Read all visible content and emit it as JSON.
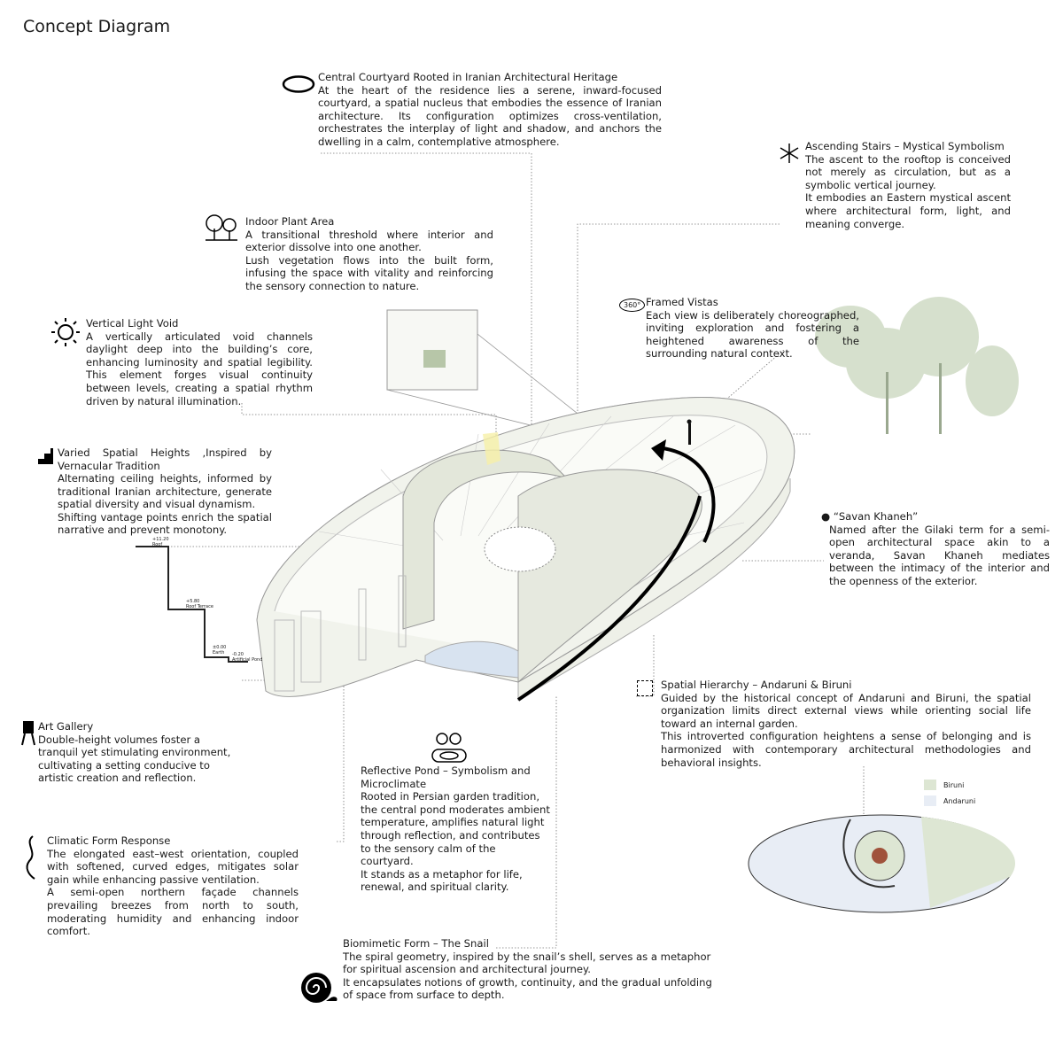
{
  "title": "Concept Diagram",
  "courtyard": {
    "heading": "Central Courtyard Rooted in Iranian Architectural Heritage",
    "body": "At the heart of the residence lies a serene, inward-focused courtyard, a spatial nucleus that embodies the essence of Iranian architecture. Its configuration optimizes cross-ventilation, orchestrates the interplay of light and shadow, and anchors the dwelling in a calm, contemplative atmosphere."
  },
  "stairs": {
    "heading": "Ascending Stairs – Mystical Symbolism",
    "body1": "The ascent to the rooftop is conceived not merely as circulation, but as a symbolic vertical journey.",
    "body2": "It embodies an Eastern mystical ascent where architectural form, light, and meaning converge."
  },
  "plant": {
    "heading": "Indoor Plant Area",
    "body1": "A transitional threshold where interior and exterior dissolve into one another.",
    "body2": "Lush vegetation flows into the built form, infusing the space with vitality and reinforcing the sensory connection to nature."
  },
  "vistas": {
    "heading": "Framed Vistas",
    "body": "Each view is deliberately choreographed, inviting exploration and fostering a heightened awareness of the surrounding natural context.",
    "icon_label": "360°"
  },
  "light": {
    "heading": "Vertical Light Void",
    "body": "A vertically articulated void channels daylight deep into the building’s core, enhancing luminosity and spatial legibility. This element forges visual continuity between levels, creating a spatial rhythm driven by natural illumination."
  },
  "heights": {
    "heading": "Varied Spatial Heights ,Inspired by Vernacular Tradition",
    "body1": "Alternating ceiling heights, informed by traditional Iranian architecture, generate spatial diversity and visual dynamism.",
    "body2": "Shifting vantage points enrich the spatial narrative and prevent monotony.",
    "levels": [
      {
        "value": "+11.20",
        "name": "Roof"
      },
      {
        "value": "+5.80",
        "name": "Roof Terrace"
      },
      {
        "value": "±0.00",
        "name": "Earth"
      },
      {
        "value": "-0.20",
        "name": "Artificial Pond"
      }
    ]
  },
  "savan": {
    "heading": "“Savan Khaneh”",
    "body": "Named after the Gilaki term for a semi-open architectural space akin to a veranda, Savan Khaneh mediates between the intimacy of the interior and the openness of the exterior."
  },
  "hierarchy": {
    "heading": "Spatial Hierarchy – Andaruni & Biruni",
    "body1": "Guided by the historical concept of Andaruni and Biruni, the spatial organization limits direct external views while orienting social life toward an internal garden.",
    "body2": "This introverted configuration heightens a sense of belonging and is harmonized with contemporary architectural methodologies and behavioral insights.",
    "legend": [
      {
        "label": "Biruni",
        "color": "#dde6d3"
      },
      {
        "label": "Andaruni",
        "color": "#e8edf5"
      }
    ]
  },
  "gallery": {
    "heading": "Art Gallery",
    "body": "Double-height volumes foster a tranquil yet stimulating environment, cultivating a setting conducive to artistic creation and reflection."
  },
  "pond": {
    "heading": "Reflective Pond – Symbolism and Microclimate",
    "body1": "Rooted in Persian garden tradition, the central pond moderates ambient temperature, amplifies natural light through reflection, and contributes to the sensory calm of the courtyard.",
    "body2": "It stands as a metaphor for life, renewal, and spiritual clarity."
  },
  "climate": {
    "heading": "Climatic Form Response",
    "body1": "The elongated east–west orientation, coupled with softened, curved edges, mitigates solar gain while enhancing passive ventilation.",
    "body2": "A semi-open northern façade channels prevailing breezes from north to south, moderating humidity and enhancing indoor comfort."
  },
  "snail": {
    "heading": "Biomimetic Form – The Snail",
    "body1": "The spiral geometry, inspired by the snail’s shell, serves as a metaphor for spiritual ascension and architectural journey.",
    "body2": "It encapsulates notions of growth, continuity, and the gradual unfolding of space from surface to depth."
  }
}
